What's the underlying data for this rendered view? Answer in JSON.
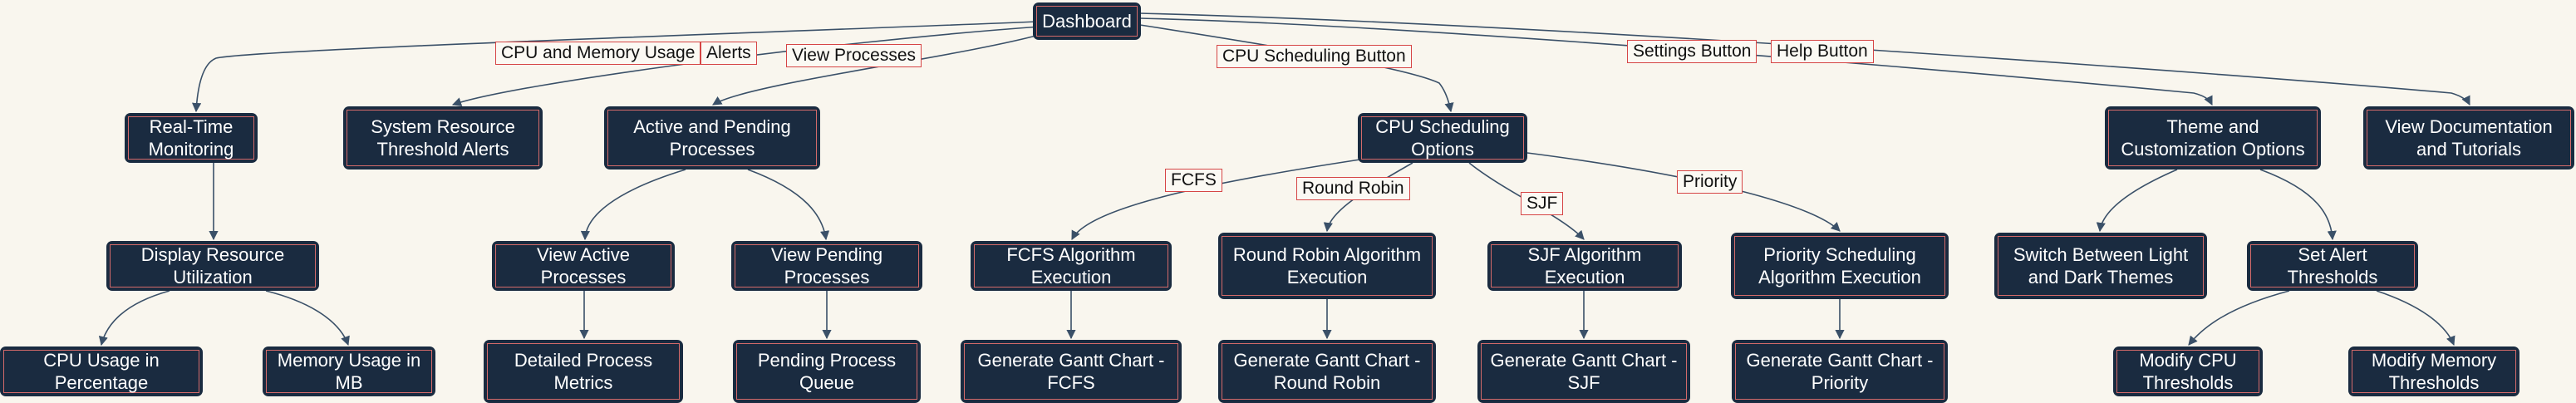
{
  "diagram": {
    "nodes": {
      "dashboard": "Dashboard",
      "realtime": "Real-Time Monitoring",
      "threshold_alerts": "System Resource Threshold Alerts",
      "active_pending": "Active and Pending Processes",
      "cpu_sched": "CPU Scheduling Options",
      "theme": "Theme and Customization Options",
      "docs": "View Documentation and Tutorials",
      "display_util": "Display Resource Utilization",
      "view_active": "View Active Processes",
      "view_pending": "View Pending Processes",
      "fcfs_exec": "FCFS Algorithm Execution",
      "rr_exec": "Round Robin Algorithm Execution",
      "sjf_exec": "SJF Algorithm Execution",
      "prio_exec": "Priority Scheduling Algorithm Execution",
      "switch_theme": "Switch Between Light and Dark Themes",
      "set_alert": "Set Alert Thresholds",
      "cpu_pct": "CPU Usage in Percentage",
      "mem_mb": "Memory Usage in MB",
      "detail_metrics": "Detailed Process Metrics",
      "pending_queue": "Pending Process Queue",
      "gantt_fcfs": "Generate Gantt Chart - FCFS",
      "gantt_rr": "Generate Gantt Chart - Round Robin",
      "gantt_sjf": "Generate Gantt Chart - SJF",
      "gantt_prio": "Generate Gantt Chart - Priority",
      "mod_cpu": "Modify CPU Thresholds",
      "mod_mem": "Modify Memory Thresholds"
    },
    "edge_labels": {
      "cpu_mem": "CPU and Memory Usage",
      "alerts": "Alerts",
      "view_processes": "View Processes",
      "cpu_sched_btn": "CPU Scheduling Button",
      "settings_btn": "Settings Button",
      "help_btn": "Help Button",
      "fcfs": "FCFS",
      "round_robin": "Round Robin",
      "sjf": "SJF",
      "priority": "Priority"
    }
  },
  "colors": {
    "background": "#f9f6ee",
    "node_fill": "#1a2b40",
    "node_text": "#ffffff",
    "node_inner_border": "#d46a6a",
    "edge": "#3a5068",
    "label_border": "#d64545"
  }
}
